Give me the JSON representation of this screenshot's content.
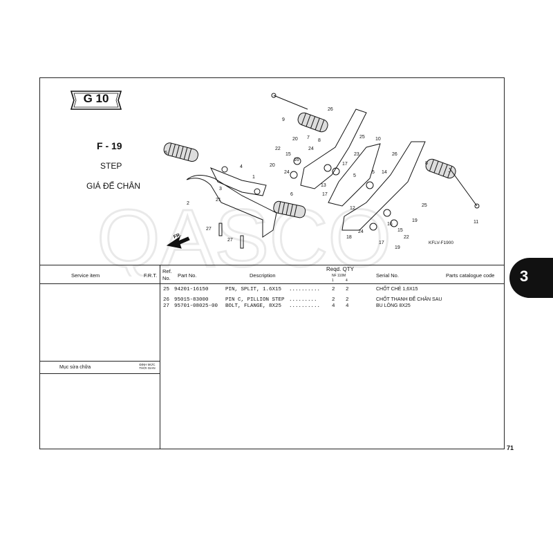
{
  "header": {
    "section_code": "G 10",
    "figure_code": "F - 19",
    "figure_name": "STEP",
    "figure_name_vi": "GIÁ ĐỂ CHÂN"
  },
  "diagram": {
    "code": "KFLV-F1900",
    "direction_label": "FR.",
    "callouts": [
      "1",
      "2",
      "3",
      "4",
      "5",
      "5",
      "6",
      "6",
      "7",
      "7",
      "8",
      "8",
      "9",
      "10",
      "11",
      "12",
      "13",
      "14",
      "15",
      "15",
      "16",
      "16",
      "17",
      "17",
      "17",
      "18",
      "19",
      "19",
      "20",
      "20",
      "21",
      "22",
      "22",
      "23",
      "24",
      "24",
      "25",
      "25",
      "26",
      "26",
      "27",
      "27"
    ]
  },
  "table": {
    "headers": {
      "service_item": "Service item",
      "frt": "F.R.T.",
      "ref_no": "Ref.",
      "ref_no_2": "No.",
      "part_no": "Part No.",
      "description": "Description",
      "reqd_qty": "Reqd. QTY",
      "model": "NF 110M",
      "qty_col_1": "1",
      "qty_col_2": "4",
      "serial_no": "Serial No.",
      "catalogue_code": "Parts catalogue code"
    },
    "rows": [
      {
        "ref": "25",
        "part": "94201-16150",
        "desc": "PIN, SPLIT, 1.6X15",
        "dots": "..........",
        "q1": "2",
        "q2": "2",
        "vi": "CHỐT CHẺ 1,6X15"
      },
      {
        "ref": "26",
        "part": "95015-83000",
        "desc": "PIN C, PILLION STEP",
        "dots": ".........",
        "q1": "2",
        "q2": "2",
        "vi": "CHỐT THANH ĐỂ CHÂN SAU"
      },
      {
        "ref": "27",
        "part": "95701-08025-00",
        "desc": "BOLT, FLANGE, 8X25",
        "dots": "..........",
        "q1": "4",
        "q2": "4",
        "vi": "BU LÔNG 8X25"
      }
    ],
    "repair_label": "Mục sửa chữa",
    "repair_time_line1": "ĐỊNH MỨC",
    "repair_time_line2": "THỜI GIAN"
  },
  "side_tab": {
    "number": "3"
  },
  "page_number": "71",
  "watermark": {
    "text": "QASCO",
    "color": "#999999"
  }
}
